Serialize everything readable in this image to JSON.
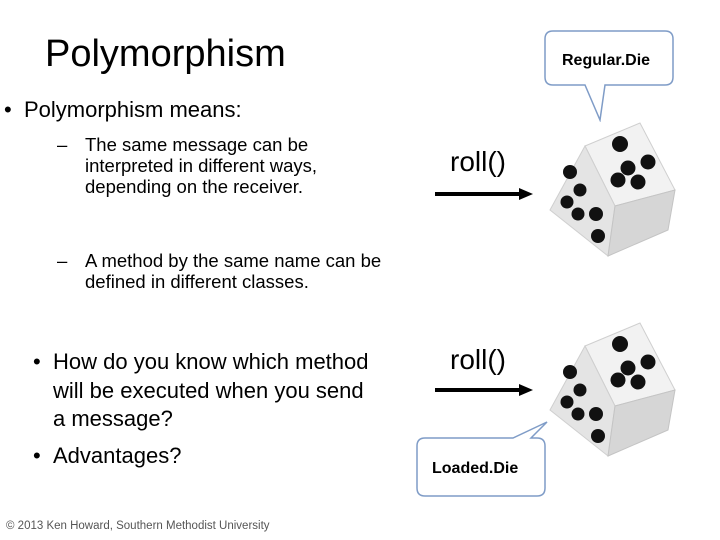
{
  "slide": {
    "title": "Polymorphism",
    "bullets": {
      "b1": "Polymorphism means:",
      "sub1": "The same message can be interpreted in different ways, depending on the receiver.",
      "sub2": "A method by the same name can be defined in different classes.",
      "b2": "How do you know which method will be executed when you send a message?",
      "b3": "Advantages?"
    },
    "bullet_glyph": "•",
    "dash_glyph": "–",
    "footer": "© 2013 Ken Howard, Southern Methodist University"
  },
  "diagram": {
    "message_top": "roll()",
    "message_bottom": "roll()",
    "callout_top": "Regular.Die",
    "callout_bottom": "Loaded.Die"
  },
  "colors": {
    "text": "#000000",
    "footer": "#555555",
    "callout_border": "#7f9cc7",
    "die_face": "#e6e6e6",
    "pip": "#111111"
  },
  "icons": {
    "die": "die-icon",
    "arrow": "arrow-right-icon"
  }
}
